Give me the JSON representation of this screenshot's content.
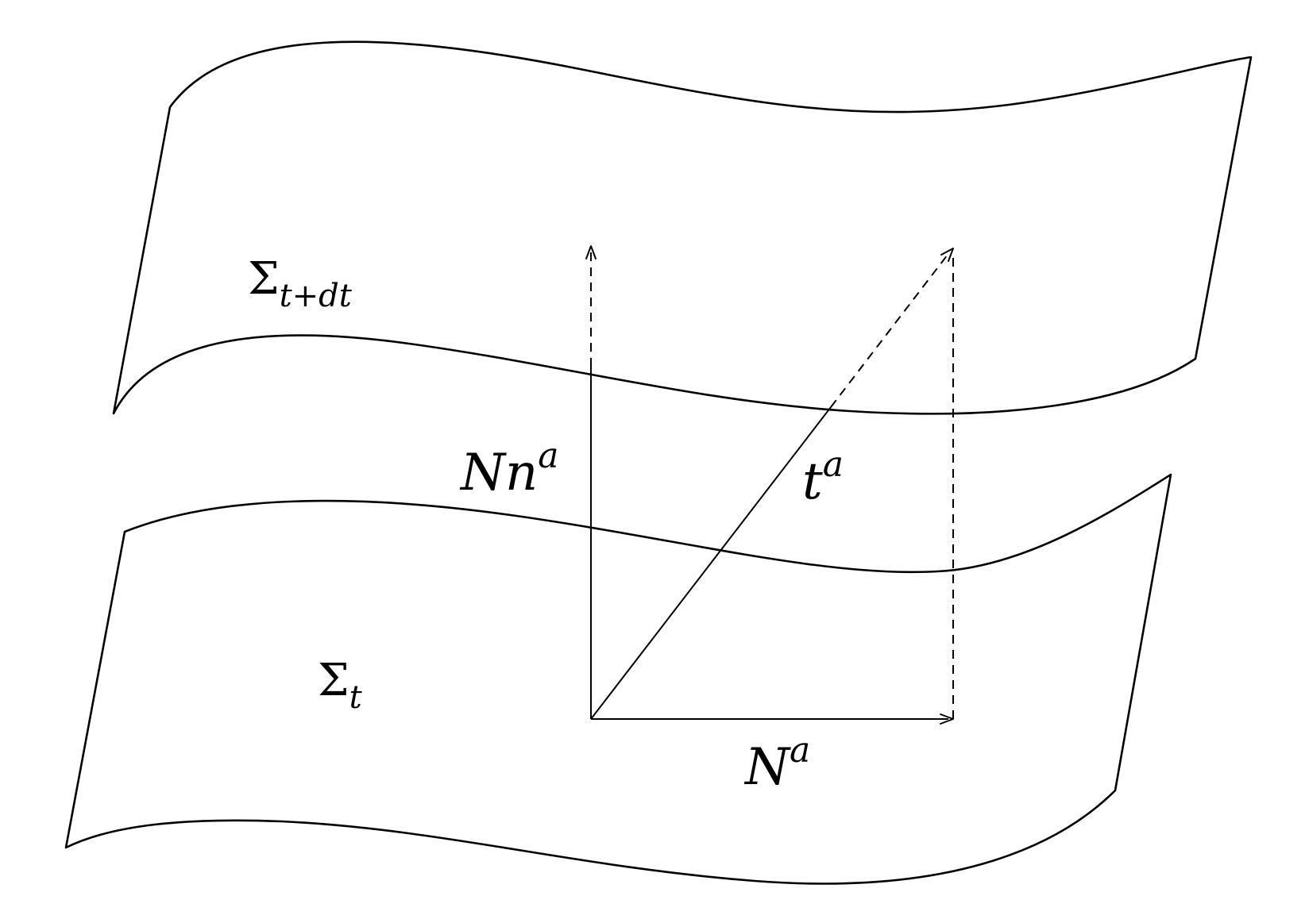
{
  "labels": {
    "upper_surface": {
      "base": "Σ",
      "sub": "t+dt"
    },
    "lower_surface": {
      "base": "Σ",
      "sub": "t"
    },
    "normal_vector": {
      "base": "Nn",
      "sup": "a"
    },
    "time_vector": {
      "base": "t",
      "sup": "a"
    },
    "shift_vector": {
      "base": "N",
      "sup": "a"
    }
  },
  "colors": {
    "stroke": "#000000",
    "background": "#ffffff"
  }
}
